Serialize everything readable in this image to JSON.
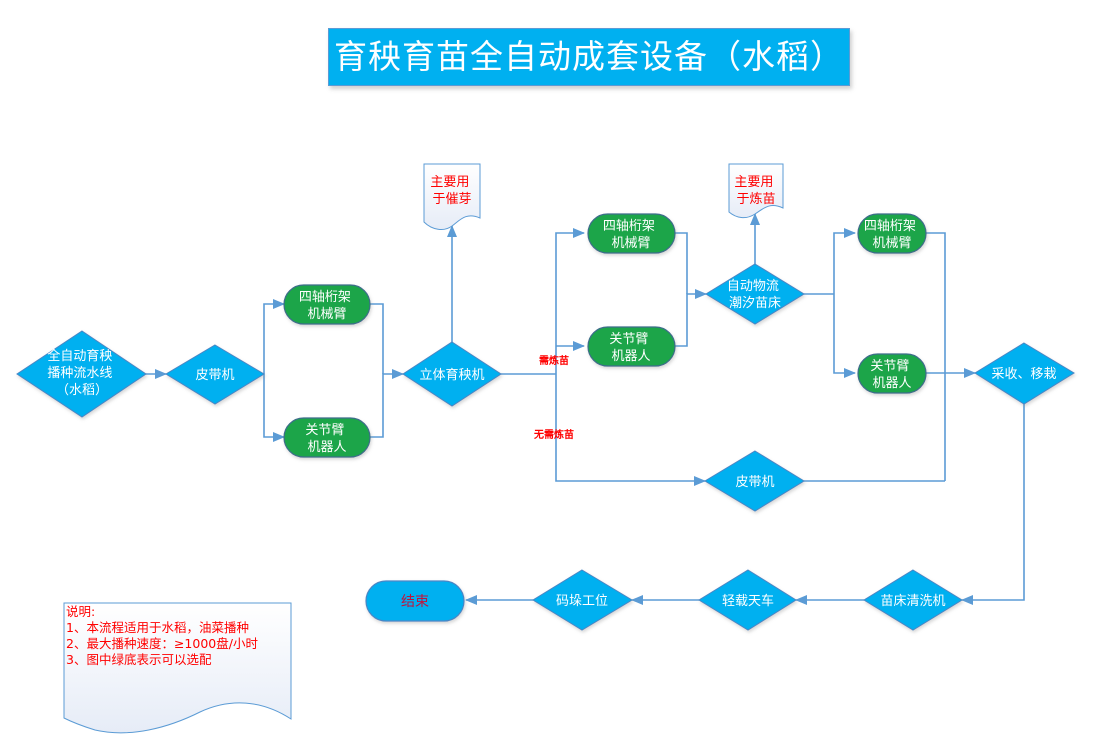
{
  "title": "育秧育苗全自动成套设备（水稻）",
  "colors": {
    "decision_fill": "#00b0f0",
    "decision_stroke": "#4a86c5",
    "optional_fill": "#1aa54a",
    "optional_stroke": "#3d6d8a",
    "connector": "#5b9bd5",
    "note_text": "#ff0000",
    "node_text": "#ffffff",
    "end_text": "#c0143c"
  },
  "nodes": {
    "seeding_line": {
      "lines": [
        "全自动育秧",
        "播种流水线",
        "（水稻）"
      ]
    },
    "belt_1": {
      "lines": [
        "皮带机"
      ]
    },
    "gantry_arm_1": {
      "lines": [
        "四轴桁架",
        "机械臂"
      ]
    },
    "joint_robot_1": {
      "lines": [
        "关节臂",
        "机器人"
      ]
    },
    "nursery_machine": {
      "lines": [
        "立体育秧机"
      ]
    },
    "gantry_arm_2": {
      "lines": [
        "四轴桁架",
        "机械臂"
      ]
    },
    "joint_robot_2": {
      "lines": [
        "关节臂",
        "机器人"
      ]
    },
    "tidal_bed": {
      "lines": [
        "自动物流",
        "潮汐苗床"
      ]
    },
    "gantry_arm_3": {
      "lines": [
        "四轴桁架",
        "机械臂"
      ]
    },
    "joint_robot_3": {
      "lines": [
        "关节臂",
        "机器人"
      ]
    },
    "harvest": {
      "lines": [
        "采收、移栽"
      ]
    },
    "belt_2": {
      "lines": [
        "皮带机"
      ]
    },
    "bed_washer": {
      "lines": [
        "苗床清洗机"
      ]
    },
    "light_crane": {
      "lines": [
        "轻载天车"
      ]
    },
    "stacking": {
      "lines": [
        "码垛工位"
      ]
    },
    "end": {
      "lines": [
        "结束"
      ]
    }
  },
  "callouts": {
    "germination": {
      "lines": [
        "主要用",
        "于催芽"
      ]
    },
    "hardening": {
      "lines": [
        "主要用",
        "于炼苗"
      ]
    }
  },
  "branch_labels": {
    "needs_hardening": "需炼苗",
    "no_hardening": "无需炼苗"
  },
  "notes": {
    "lines": [
      "说明:",
      "1、本流程适用于水稻，油菜播种",
      "2、最大播种速度：≥1000盘/小时",
      "3、图中绿底表示可以选配"
    ]
  }
}
